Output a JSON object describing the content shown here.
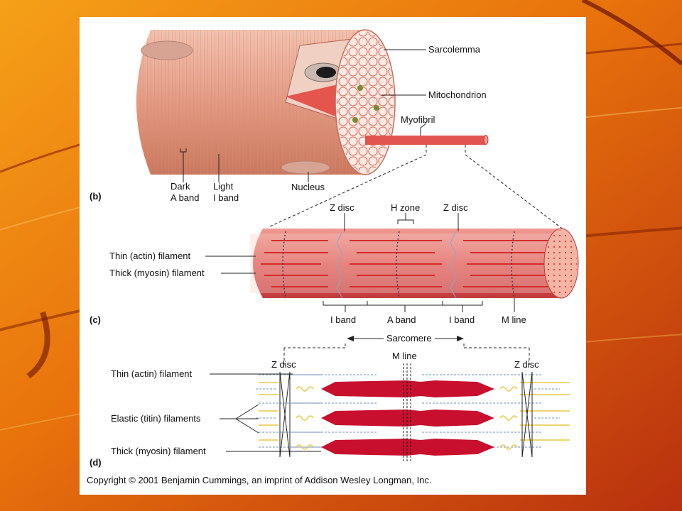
{
  "colors": {
    "background_orange": "#f08a10",
    "background_red": "#c03a10",
    "muscle_pink": "#e9a38a",
    "myofibril_red": "#d9474a",
    "thick_filament": "#c8102e",
    "titin": "#e8c840",
    "actin": "#8fa4c8"
  },
  "panel_b": {
    "label": "(b)",
    "sarcolemma": "Sarcolemma",
    "mitochondrion": "Mitochondrion",
    "myofibril": "Myofibril",
    "dark_band_line1": "Dark",
    "dark_band_line2": "A band",
    "light_band_line1": "Light",
    "light_band_line2": "I band",
    "nucleus": "Nucleus"
  },
  "panel_c": {
    "label": "(c)",
    "z_disc_left": "Z disc",
    "h_zone": "H zone",
    "z_disc_right": "Z disc",
    "thin_filament": "Thin (actin) filament",
    "thick_filament": "Thick (myosin) filament",
    "i_band_left": "I band",
    "a_band": "A band",
    "i_band_right": "I band",
    "m_line": "M line",
    "sarcomere": "Sarcomere"
  },
  "panel_d": {
    "label": "(d)",
    "z_disc_left": "Z disc",
    "m_line": "M line",
    "z_disc_right": "Z disc",
    "thin_filament": "Thin (actin) filament",
    "elastic_filaments": "Elastic (titin) filaments",
    "thick_filament": "Thick (myosin) filament"
  },
  "copyright": "Copyright © 2001 Benjamin Cummings, an imprint of Addison Wesley Longman, Inc."
}
